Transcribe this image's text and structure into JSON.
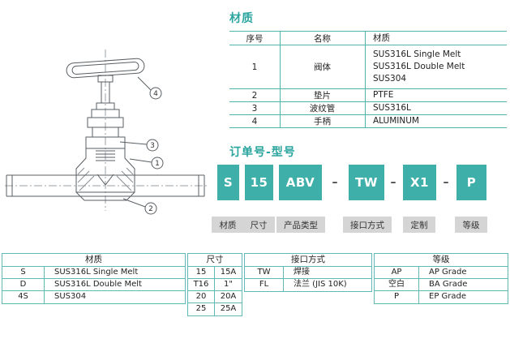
{
  "accent": "#3fafaa",
  "material_section": {
    "title": "材质",
    "table": {
      "headers": [
        "序号",
        "名称",
        "材质"
      ],
      "rows": [
        {
          "no": "1",
          "name": "阀体",
          "materials": [
            "SUS316L Single Melt",
            "SUS316L Double Melt",
            "SUS304"
          ]
        },
        {
          "no": "2",
          "name": "垫片",
          "materials": [
            "PTFE"
          ]
        },
        {
          "no": "3",
          "name": "波纹管",
          "materials": [
            "SUS316L"
          ]
        },
        {
          "no": "4",
          "name": "手柄",
          "materials": [
            "ALUMINUM"
          ]
        }
      ]
    }
  },
  "order_section": {
    "title": "订单号-型号",
    "separator": "–",
    "blocks": [
      {
        "code": "S",
        "label": "材质"
      },
      {
        "code": "15",
        "label": "尺寸"
      },
      {
        "code": "ABV",
        "label": "产品类型"
      },
      {
        "code": "TW",
        "label": "接口方式"
      },
      {
        "code": "X1",
        "label": "定制"
      },
      {
        "code": "P",
        "label": "等级"
      }
    ]
  },
  "legend_tables": [
    {
      "title": "材质",
      "rows": [
        [
          "S",
          "SUS316L Single Melt"
        ],
        [
          "D",
          "SUS316L Double Melt"
        ],
        [
          "4S",
          "SUS304"
        ]
      ]
    },
    {
      "title": "尺寸",
      "rows": [
        [
          "15",
          "15A"
        ],
        [
          "T16",
          "1\""
        ],
        [
          "20",
          "20A"
        ],
        [
          "25",
          "25A"
        ]
      ]
    },
    {
      "title": "接口方式",
      "rows": [
        [
          "TW",
          "焊接"
        ],
        [
          "FL",
          "法兰 (JIS 10K)"
        ]
      ]
    },
    {
      "title": "等级",
      "rows": [
        [
          "AP",
          "AP Grade"
        ],
        [
          "空白",
          "BA Grade"
        ],
        [
          "P",
          "EP Grade"
        ]
      ]
    }
  ],
  "diagram": {
    "callouts": [
      "1",
      "2",
      "3",
      "4"
    ]
  }
}
